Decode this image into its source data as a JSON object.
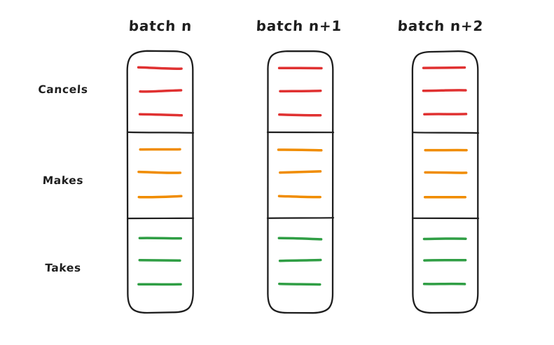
{
  "diagram": {
    "columns": [
      {
        "label": "batch n"
      },
      {
        "label": "batch n+1"
      },
      {
        "label": "batch n+2"
      }
    ],
    "rows": [
      {
        "label": "Cancels",
        "color": "#e03131"
      },
      {
        "label": "Makes",
        "color": "#f08c00"
      },
      {
        "label": "Takes",
        "color": "#2f9e44"
      }
    ],
    "lines_per_row": 3,
    "ink_color": "#1e1e1e",
    "background": "#ffffff"
  }
}
